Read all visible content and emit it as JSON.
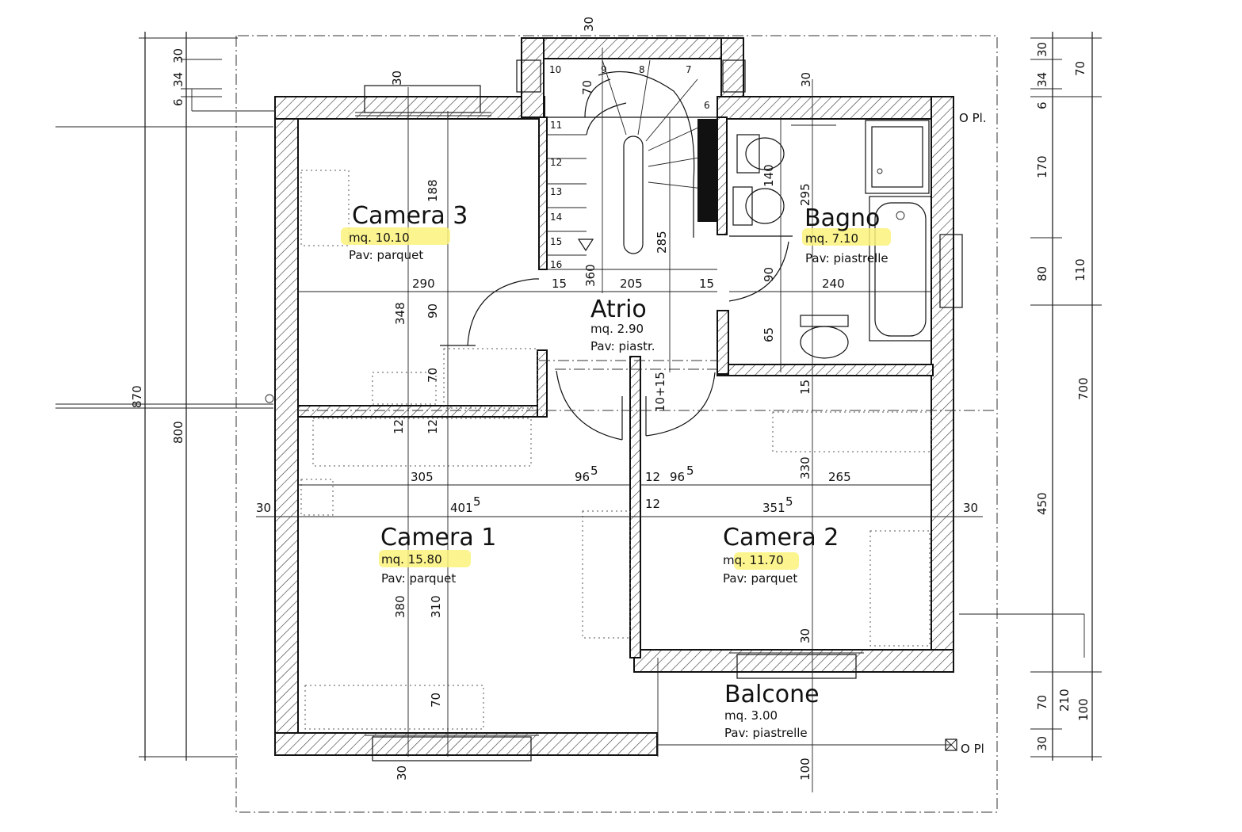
{
  "rooms": {
    "camera3": {
      "name": "Camera 3",
      "area": "mq. 10.10",
      "floor": "Pav: parquet"
    },
    "bagno": {
      "name": "Bagno",
      "area": "mq. 7.10",
      "floor": "Pav: piastrelle"
    },
    "atrio": {
      "name": "Atrio",
      "area": "mq. 2.90",
      "floor": "Pav: piastr."
    },
    "camera1": {
      "name": "Camera 1",
      "area": "mq. 15.80",
      "floor": "Pav: parquet"
    },
    "camera2": {
      "name": "Camera 2",
      "area": "mq. 11.70",
      "floor": "Pav: parquet"
    },
    "balcone": {
      "name": "Balcone",
      "area": "mq. 3.00",
      "floor": "Pav: piastrelle"
    }
  },
  "labels": {
    "pl_top": "O Pl.",
    "pl_bottom": "O Pl"
  },
  "stair_steps": [
    "6",
    "7",
    "8",
    "9",
    "10",
    "11",
    "12",
    "13",
    "14",
    "15",
    "16"
  ],
  "dimensions": {
    "d_top_30": "30",
    "d_left_30": "30",
    "d_left_34": "34",
    "d_left_6": "6",
    "d_870": "870",
    "d_800": "800",
    "d_win30_c3": "30",
    "d_188": "188",
    "d_290": "290",
    "d_348": "348",
    "d_90_c3": "90",
    "d_70_c3": "70",
    "d_12_a": "12",
    "d_12_b": "12",
    "d_305": "305",
    "d_30_c1": "30",
    "d_4015": "401",
    "d_4015_sup": "5",
    "d_380": "380",
    "d_310": "310",
    "d_70_c1": "70",
    "d_30_bottom": "30",
    "d_70_stair": "70",
    "d_360": "360",
    "d_285": "285",
    "d_15_a": "15",
    "d_205": "205",
    "d_15_b": "15",
    "d_10_15": "10+15",
    "d_965_a": "96",
    "d_965_a_sup": "5",
    "d_12_c": "12",
    "d_965_b": "96",
    "d_965_b_sup": "5",
    "d_12_d": "12",
    "d_3515": "351",
    "d_3515_sup": "5",
    "d_30_bagno": "30",
    "d_140": "140",
    "d_295": "295",
    "d_90_bagno": "90",
    "d_65": "65",
    "d_240": "240",
    "d_15_c": "15",
    "d_330": "330",
    "d_265": "265",
    "d_30_c2": "30",
    "d_30_balc": "30",
    "d_100_bottom": "100",
    "r_30": "30",
    "r_34": "34",
    "r_6": "6",
    "r_70": "70",
    "r_170": "170",
    "r_80": "80",
    "r_110": "110",
    "r_700": "700",
    "r_450": "450",
    "r_70b": "70",
    "r_210": "210",
    "r_100": "100",
    "r_30b": "30"
  }
}
